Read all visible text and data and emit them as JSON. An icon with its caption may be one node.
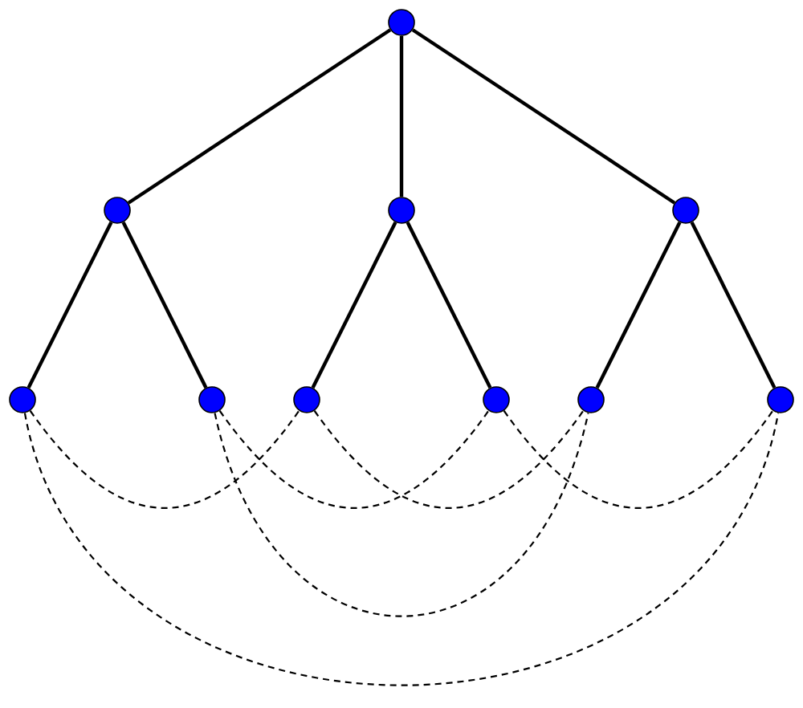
{
  "diagram": {
    "nodes": [
      {
        "text": [],
        "shape": "circle"
      },
      {
        "text": [],
        "shape": "circle"
      },
      {
        "text": [],
        "shape": "circle"
      },
      {
        "text": [],
        "shape": "circle"
      },
      {
        "text": [],
        "shape": "circle"
      },
      {
        "text": [],
        "shape": "circle"
      },
      {
        "text": [],
        "shape": "circle"
      },
      {
        "text": [],
        "shape": "circle"
      },
      {
        "text": [],
        "shape": "circle"
      },
      {
        "text": [],
        "shape": "circle"
      }
    ],
    "edges": [
      {
        "from": 0,
        "to": 1,
        "arrow": "none"
      },
      {
        "from": 0,
        "to": 2,
        "arrow": "none"
      },
      {
        "from": 0,
        "to": 3,
        "arrow": "none"
      },
      {
        "from": 1,
        "to": 4,
        "arrow": "none"
      },
      {
        "from": 1,
        "to": 5,
        "arrow": "none"
      },
      {
        "from": 2,
        "to": 6,
        "arrow": "none"
      },
      {
        "from": 2,
        "to": 7,
        "arrow": "none"
      },
      {
        "from": 3,
        "to": 8,
        "arrow": "none"
      },
      {
        "from": 3,
        "to": 9,
        "arrow": "none"
      },
      {
        "from": 4,
        "to": 6,
        "arrow": "none",
        "style": "dashed"
      },
      {
        "from": 5,
        "to": 7,
        "arrow": "none",
        "style": "dashed"
      },
      {
        "from": 6,
        "to": 8,
        "arrow": "none",
        "style": "dashed"
      },
      {
        "from": 7,
        "to": 9,
        "arrow": "none",
        "style": "dashed"
      },
      {
        "from": 5,
        "to": 8,
        "arrow": "none",
        "style": "dashed"
      },
      {
        "from": 4,
        "to": 9,
        "arrow": "none",
        "style": "dashed"
      }
    ]
  }
}
